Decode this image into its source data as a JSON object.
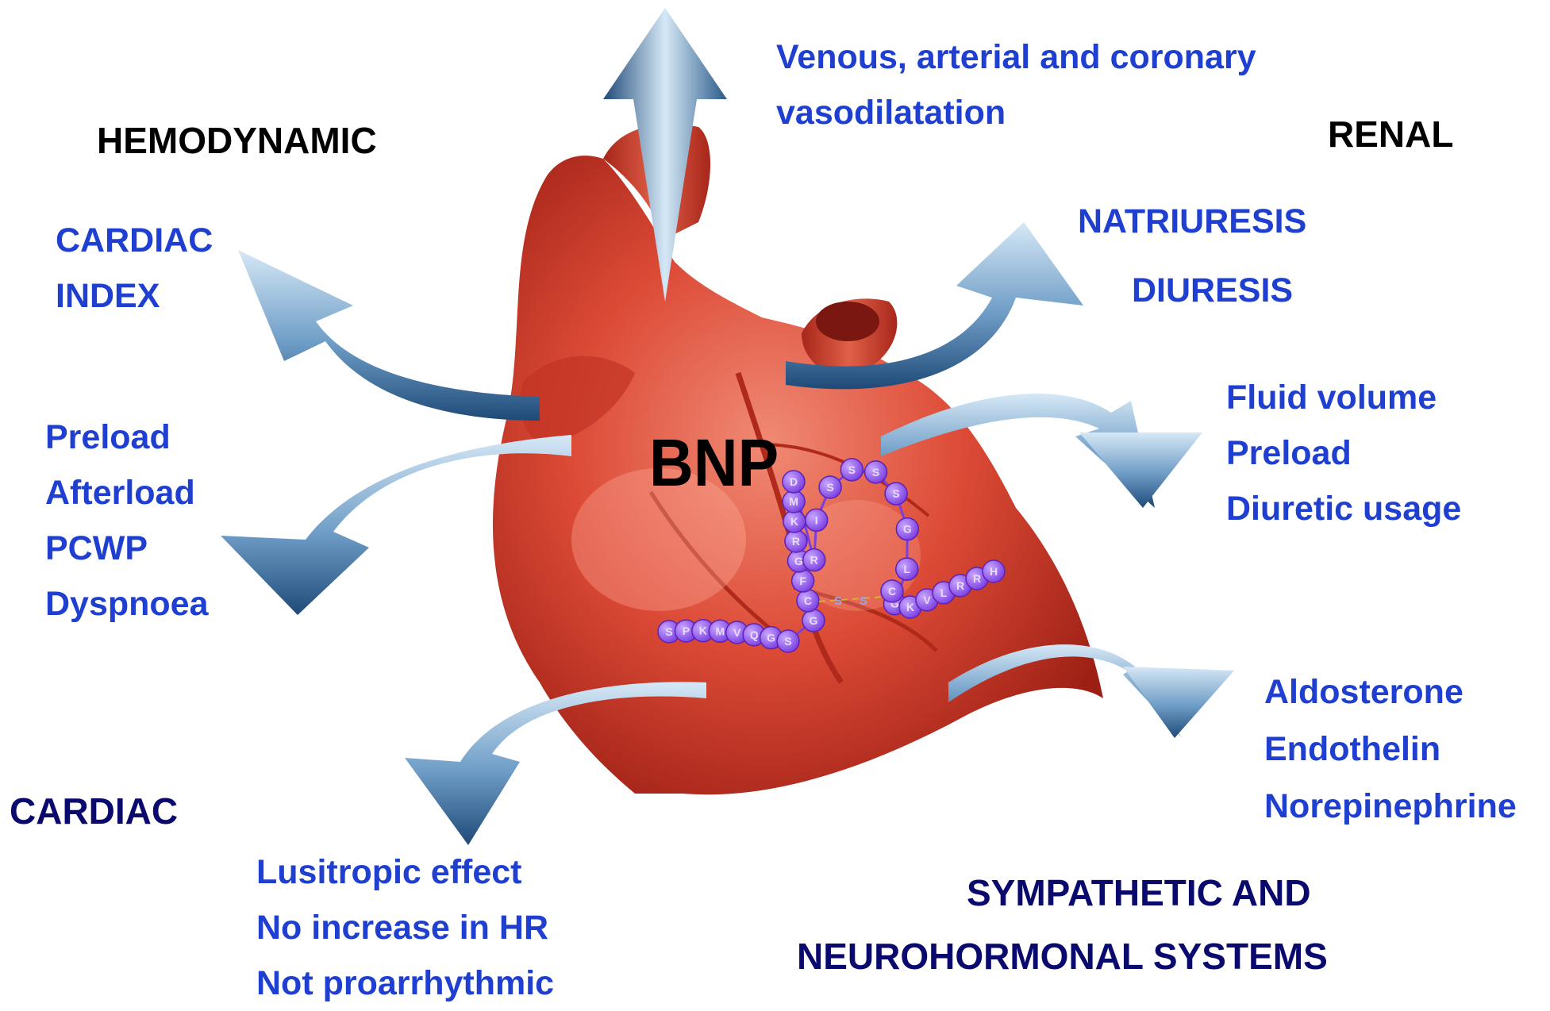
{
  "center_label": "BNP",
  "top_effect": [
    "Venous, arterial and coronary",
    "vasodilatation"
  ],
  "hemodynamic": {
    "heading": "HEMODYNAMIC",
    "effects_up": [
      "CARDIAC",
      "INDEX"
    ],
    "effects_down": [
      "Preload",
      "Afterload",
      "PCWP",
      "Dyspnoea"
    ]
  },
  "renal": {
    "heading": "RENAL",
    "effects_up": [
      "NATRIURESIS",
      "DIURESIS"
    ],
    "effects_down": [
      "Fluid volume",
      "Preload",
      "Diuretic usage"
    ]
  },
  "cardiac": {
    "heading": "CARDIAC",
    "effects": [
      "Lusitropic effect",
      "No increase in HR",
      "Not proarrhythmic"
    ]
  },
  "neurohormonal": {
    "heading_lines": [
      "SYMPATHETIC AND",
      "NEUROHORMONAL SYSTEMS"
    ],
    "effects_down": [
      "Aldosterone",
      "Endothelin",
      "Norepinephrine"
    ]
  },
  "peptide": {
    "tail_left": [
      "S",
      "P",
      "K",
      "M",
      "V",
      "Q",
      "G",
      "S"
    ],
    "stem_left": [
      "G",
      "C",
      "F",
      "G",
      "R",
      "K",
      "M",
      "D"
    ],
    "loop_top": [
      "R",
      "I",
      "S",
      "S",
      "S",
      "S",
      "G",
      "L",
      "G"
    ],
    "stem_right": [
      "C"
    ],
    "tail_right": [
      "K",
      "V",
      "L",
      "R",
      "R",
      "H"
    ],
    "bridge": [
      "S",
      "S"
    ]
  },
  "colors": {
    "effect_text": "#1f3fd0",
    "category_text": "#0a0a6e",
    "heading_text": "#000000",
    "heart": "#d13a2a",
    "arrow": "#3f78a8",
    "peptide_bead": "#9a5af0"
  }
}
